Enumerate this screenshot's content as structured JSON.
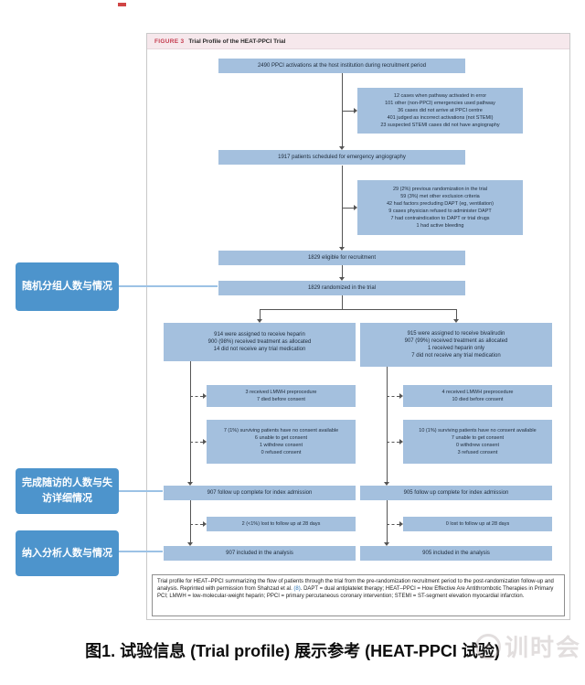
{
  "figure": {
    "label": "FIGURE 3",
    "title": "Trial Profile of the HEAT-PPCI Trial"
  },
  "flow": {
    "activations": "2490 PPCI activations at the host institution during recruitment period",
    "excluded_activations": [
      "12 cases when pathway activated in error",
      "101 other (non-PPCI) emergencies used pathway",
      "36 cases did not arrive at PPCI centre",
      "401 judged as incorrect activations (not STEMI)",
      "23 suspected STEMI cases did not have angiography"
    ],
    "scheduled": "1917 patients scheduled for emergency angiography",
    "excluded_patients": [
      "29 (2%) previous randomization in the trial",
      "59 (3%) met other exclusion criteria",
      "42 had factors precluding DAPT (eg, ventilation)",
      "9 cases physician refused to administer DAPT",
      "7 had contraindication to DAPT or trial drugs",
      "1 had active bleeding"
    ],
    "eligible": "1829 eligible for recruitment",
    "randomized": "1829 randomized in the trial",
    "heparin_arm": [
      "914 were assigned to receive heparin",
      "900 (98%) received treatment as allocated",
      "14 did not receive any trial medication"
    ],
    "bivalirudin_arm": [
      "915 were assigned to receive bivalirudin",
      "907 (99%) received treatment as allocated",
      "1 received heparin only",
      "7 did not receive any trial medication"
    ],
    "heparin_lmwh": [
      "3 received LMWH preprocedure",
      "7 died before consent"
    ],
    "bivalirudin_lmwh": [
      "4 received LMWH preprocedure",
      "10 died before consent"
    ],
    "heparin_no_consent": [
      "7 (1%) surviving patients have no consent available",
      "6 unable to get consent",
      "1 withdrew consent",
      "0 refused consent"
    ],
    "bivalirudin_no_consent": [
      "10 (1%) surviving patients have no consent available",
      "7 unable to get consent",
      "0 withdrew consent",
      "3 refused consent"
    ],
    "heparin_followup": "907 follow up complete for index admission",
    "bivalirudin_followup": "905 follow up complete for index admission",
    "heparin_lost": "2 (<1%) lost to follow up at 28 days",
    "bivalirudin_lost": "0 lost to follow up at 28 days",
    "heparin_analyzed": "907 included in the analysis",
    "bivalirudin_analyzed": "905 included in the analysis"
  },
  "caption": {
    "part1": "Trial profile for HEAT–PPCI summarizing the flow of patients through the trial from the pre-randomization recruitment period to the post-randomization follow-up and analysis. Reprinted with permission from Shahzad et al. ",
    "ref": "(8)",
    "part2": ". DAPT = dual antiplatelet therapy; HEAT–PPCI = How Effective Are Antithrombotic Therapies in Primary PCI; LMWH = low-molecular-weight heparin; PPCI = primary percutaneous coronary intervention; STEMI = ST-segment elevation myocardial infarction."
  },
  "annotations": [
    {
      "label": "随机分组人数与情况"
    },
    {
      "label": "完成随访的人数与失访详细情况"
    },
    {
      "label": "纳入分析人数与情况"
    }
  ],
  "page_title": "图1. 试验信息 (Trial profile) 展示参考 (HEAT-PPCI 试验)",
  "watermark": {
    "text": "训时会"
  },
  "colors": {
    "box_fill": "#a4c0de",
    "callout_fill": "#4d94cc",
    "callout_line": "#9cc2e5",
    "header_bg": "#f6e8ec",
    "figure_label": "#c43b4e",
    "ref_link": "#2e74b5"
  }
}
